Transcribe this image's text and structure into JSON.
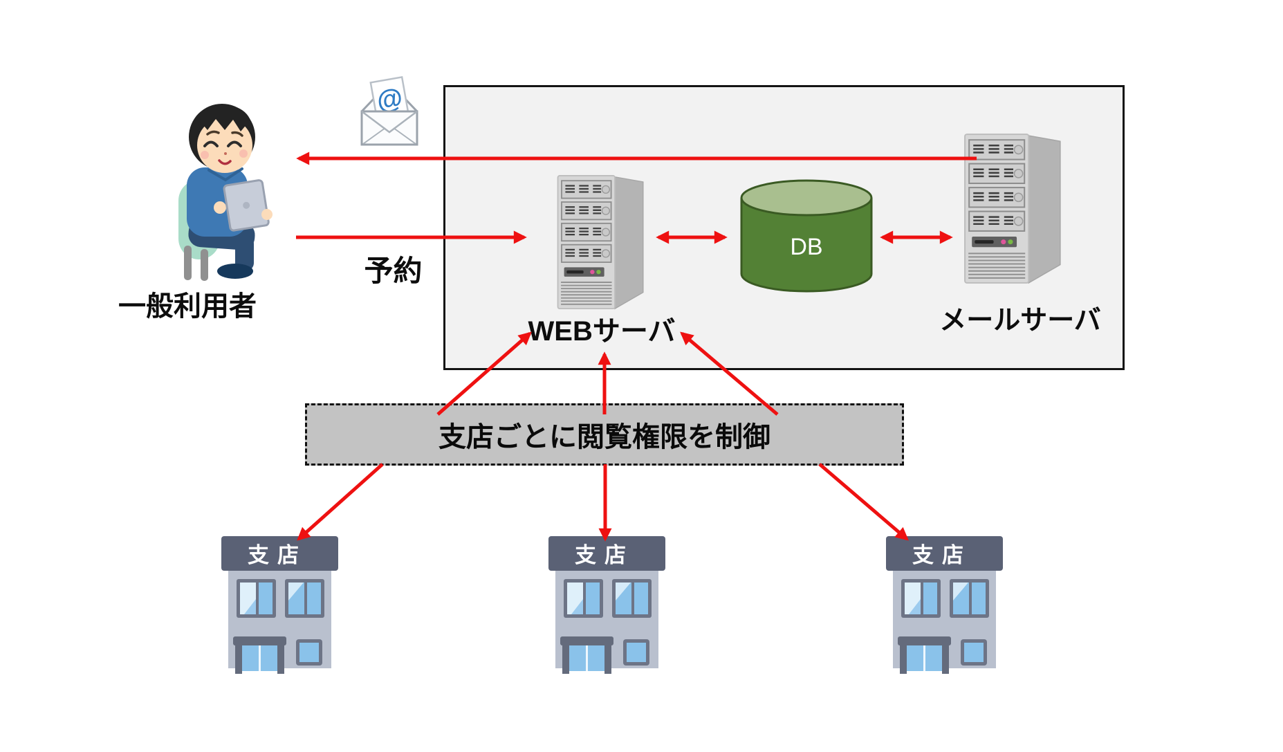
{
  "labels": {
    "user": "一般利用者",
    "reservation": "予約",
    "web_server": "WEBサーバ",
    "db": "DB",
    "mail_server": "メールサーバ",
    "note": "支店ごとに閲覧権限を制御",
    "email_at": "@"
  },
  "branches": [
    {
      "label": "支店"
    },
    {
      "label": "支店"
    },
    {
      "label": "支店"
    }
  ],
  "icons": {
    "user": "seated-person-with-tablet-illustration",
    "email": "open-envelope-with-at-letter-icon",
    "web_server": "tower-server-icon",
    "mail_server": "tower-server-icon",
    "database": "database-cylinder-icon",
    "branch": "branch-building-icon"
  },
  "colors": {
    "arrow_red": "#ee1111",
    "system_box_fill": "#f2f2f2",
    "system_box_border": "#141414",
    "note_fill": "#c3c3c3",
    "note_border": "#111111",
    "db_body_green": "#538135",
    "db_top_green": "#a9bf8f",
    "db_outline_green": "#3a5a23",
    "server_front_gray": "#d7d7d7",
    "server_side_gray": "#b4b4b4",
    "led_pink": "#e0569a",
    "led_green": "#78b944",
    "building_sign": "#5a6175",
    "building_body": "#b9c0ce",
    "window_blue": "#8ac2ea",
    "email_at_blue": "#2e7bc4",
    "sweater_blue": "#3e79b4",
    "pants_navy": "#2e4e73",
    "chair_mint": "#a9dcc8"
  }
}
